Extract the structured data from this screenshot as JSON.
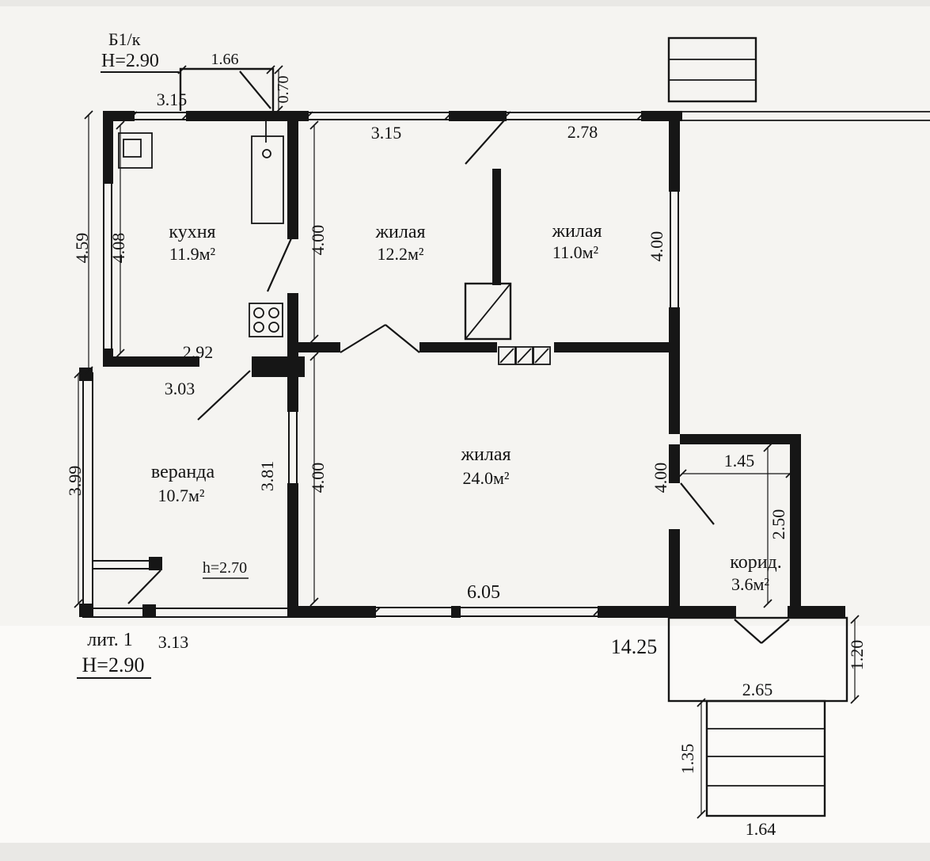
{
  "annotations": {
    "block_label_top": "Б1/к",
    "block_height_top": "Н=2.90",
    "liter_label": "лит. 1",
    "block_height_bottom": "Н=2.90",
    "ceiling_height": "h=2.70"
  },
  "rooms": {
    "kitchen": {
      "name": "кухня",
      "area": "11.9м²"
    },
    "living_small_1": {
      "name": "жилая",
      "area": "12.2м²"
    },
    "living_small_2": {
      "name": "жилая",
      "area": "11.0м²"
    },
    "living_large": {
      "name": "жилая",
      "area": "24.0м²"
    },
    "veranda": {
      "name": "веранда",
      "area": "10.7м²"
    },
    "corridor": {
      "name": "корид.",
      "area": "3.6м²"
    }
  },
  "dimensions": {
    "top_niche_width": "1.66",
    "top_niche_depth": "0.70",
    "kitchen_top": "3.15",
    "living1_top": "3.15",
    "living2_top": "2.78",
    "left_outer": "4.59",
    "kitchen_left": "4.08",
    "living1_left": "4.00",
    "living2_right": "4.00",
    "kitchen_width": "2.92",
    "veranda_top": "3.03",
    "veranda_left": "3.99",
    "veranda_right": "3.81",
    "living_large_left": "4.00",
    "living_large_right": "4.00",
    "corridor_width": "1.45",
    "corridor_height": "2.50",
    "living_large_bottom": "6.05",
    "veranda_bottom": "3.13",
    "total_bottom": "14.25",
    "porch_height": "1.20",
    "porch_width": "2.65",
    "steps_height": "1.35",
    "steps_width": "1.64"
  }
}
